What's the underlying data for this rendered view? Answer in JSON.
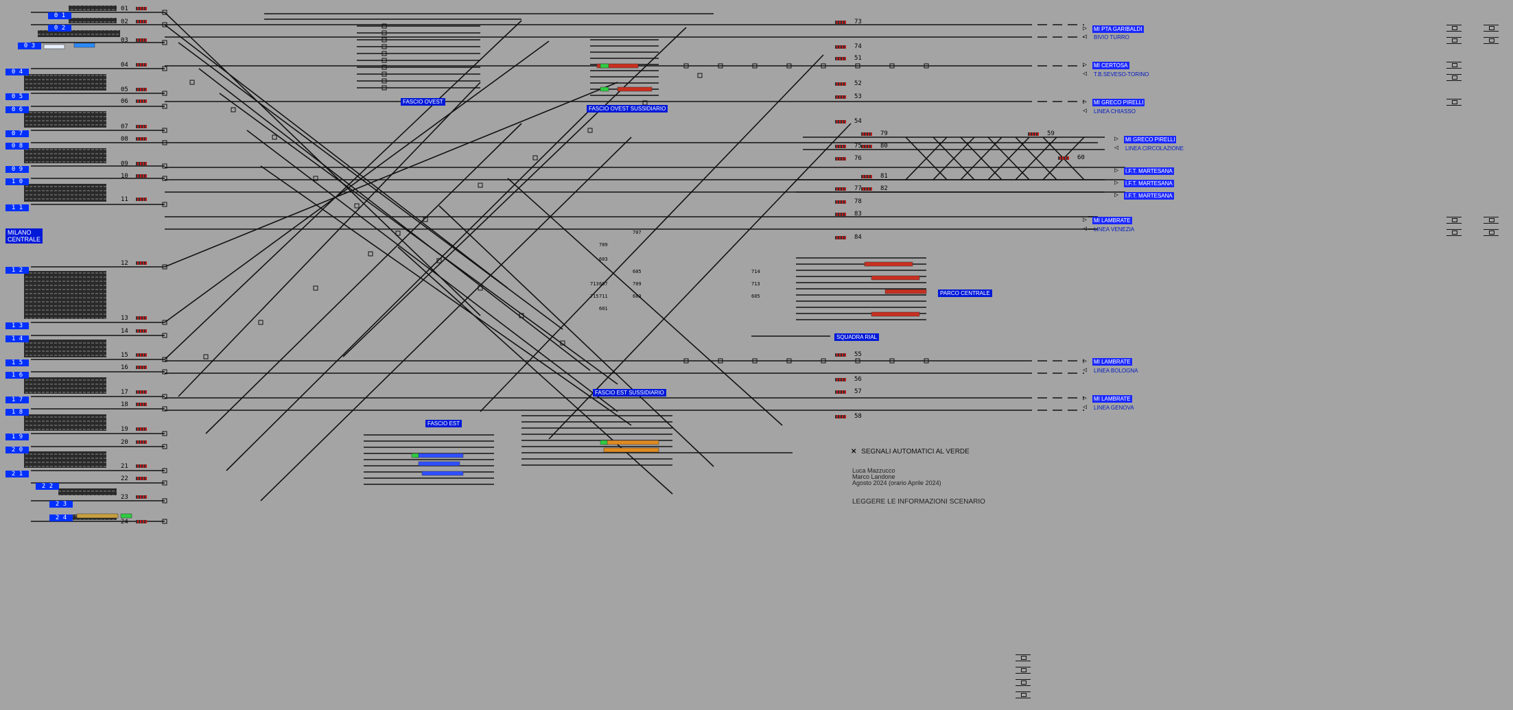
{
  "station": {
    "name_line1": "MILANO",
    "name_line2": "CENTRALE"
  },
  "platforms": [
    {
      "label": "0 1",
      "track": "01"
    },
    {
      "label": "0 2",
      "track": "02"
    },
    {
      "label": "0 3",
      "track": "03"
    },
    {
      "label": "0 4",
      "track": "04"
    },
    {
      "label": "0 5",
      "track": "05"
    },
    {
      "label": "0 6",
      "track": "06"
    },
    {
      "label": "0 7",
      "track": "07"
    },
    {
      "label": "0 8",
      "track": "08"
    },
    {
      "label": "0 9",
      "track": "09"
    },
    {
      "label": "1 0",
      "track": "10"
    },
    {
      "label": "1 1",
      "track": "11"
    },
    {
      "label": "1 2",
      "track": "12"
    },
    {
      "label": "1 3",
      "track": "13"
    },
    {
      "label": "1 4",
      "track": "14"
    },
    {
      "label": "1 5",
      "track": "15"
    },
    {
      "label": "1 6",
      "track": "16"
    },
    {
      "label": "1 7",
      "track": "17"
    },
    {
      "label": "1 8",
      "track": "18"
    },
    {
      "label": "1 9",
      "track": "19"
    },
    {
      "label": "2 0",
      "track": "20"
    },
    {
      "label": "2 1",
      "track": "21"
    },
    {
      "label": "2 2",
      "track": "22"
    },
    {
      "label": "2 3",
      "track": "23"
    },
    {
      "label": "2 4",
      "track": "24"
    }
  ],
  "yards": {
    "fascio_ovest": "FASCIO OVEST",
    "fascio_ovest_sussidiario": "FASCIO OVEST SUSSIDIARIO",
    "fascio_est": "FASCIO EST",
    "fascio_est_sussidiario": "FASCIO EST SUSSIDIARIO",
    "parco_centrale": "PARCO CENTRALE",
    "squadra_rial": "SQUADRA RIAL"
  },
  "signal_numbers": [
    "73",
    "74",
    "51",
    "52",
    "53",
    "54",
    "79",
    "80",
    "75",
    "76",
    "81",
    "77",
    "82",
    "78",
    "83",
    "84",
    "55",
    "56",
    "57",
    "58",
    "59",
    "60"
  ],
  "mid_signals": [
    "707",
    "709",
    "603",
    "605",
    "709",
    "607",
    "603",
    "711",
    "601",
    "713",
    "605",
    "714",
    "713",
    "715"
  ],
  "lines": [
    {
      "out": "MI PTA GARIBALDI",
      "in": "BIVIO TURRO"
    },
    {
      "out": "MI CERTOSA",
      "in": "T.B.SEVESO-TORINO"
    },
    {
      "out": "MI GRECO PIRELLI",
      "in": "LINEA CHIASSO"
    },
    {
      "out": "MI GRECO PIRELLI",
      "in": "LINEA CIRCOLAZIONE"
    },
    {
      "out": "I.F.T. MARTESANA",
      "in": ""
    },
    {
      "out": "I.F.T. MARTESANA",
      "in": ""
    },
    {
      "out": "I.F.T. MARTESANA",
      "in": ""
    },
    {
      "out": "MI LAMBRATE",
      "in": "LINEA VENEZIA"
    },
    {
      "out": "MI LAMBRATE",
      "in": "LINEA BOLOGNA"
    },
    {
      "out": "MI LAMBRATE",
      "in": "LINEA GENOVA"
    }
  ],
  "legend": {
    "auto_green": "SEGNALI AUTOMATICI AL VERDE",
    "author1": "Luca Mazzucco",
    "author2": "Marco Landone",
    "date": "Agosto 2024 (orario Aprile 2024)",
    "read_info": "LEGGERE LE INFORMAZIONI SCENARIO"
  },
  "colors": {
    "background": "#a4a4a4",
    "label_blue": "#0018d8",
    "track": "#111111",
    "signal_red": "#c01a1a",
    "train_green": "#2ecc40"
  }
}
